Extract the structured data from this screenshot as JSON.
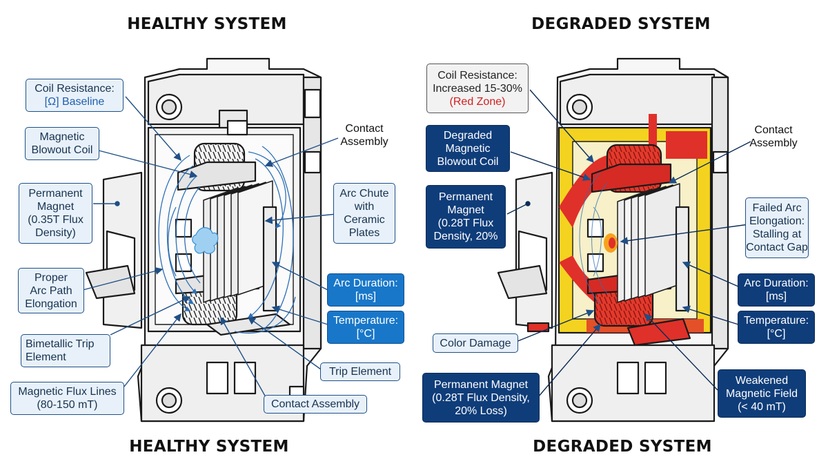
{
  "titles": {
    "top_left": "HEALTHY SYSTEM",
    "top_right": "DEGRADED SYSTEM",
    "bottom_left": "HEALTHY SYSTEM",
    "bottom_right": "DEGRADED SYSTEM"
  },
  "healthy": {
    "coil_resistance": {
      "line1": "Coil Resistance:",
      "line2": "[Ω] Baseline"
    },
    "blowout_coil": {
      "line1": "Magnetic",
      "line2": "Blowout Coil"
    },
    "permanent_magnet": {
      "line1": "Permanent",
      "line2": "Magnet",
      "line3": "(0.35T Flux",
      "line4": "Density)"
    },
    "arc_path": {
      "line1": "Proper",
      "line2": "Arc Path",
      "line3": "Elongation"
    },
    "bimetallic": {
      "line1": "Bimetallic Trip",
      "line2": "Element"
    },
    "flux_lines": {
      "line1": "Magnetic Flux Lines",
      "line2": "(80-150 mT)"
    },
    "contact_assembly_top": {
      "line1": "Contact",
      "line2": "Assembly"
    },
    "arc_chute": {
      "line1": "Arc Chute",
      "line2": "with",
      "line3": "Ceramic",
      "line4": "Plates"
    },
    "arc_duration": {
      "line1": "Arc Duration:",
      "line2": "[ms]"
    },
    "temperature": {
      "line1": "Temperature:",
      "line2": "[°C]"
    },
    "trip_element": "Trip Element",
    "contact_assembly_bottom": "Contact Assembly"
  },
  "degraded": {
    "coil_resistance": {
      "line1": "Coil Resistance:",
      "line2": "Increased 15-30%",
      "line3": "(Red Zone)"
    },
    "blowout_coil": {
      "line1": "Degraded",
      "line2": "Magnetic",
      "line3": "Blowout Coil"
    },
    "permanent_magnet": {
      "line1": "Permanent",
      "line2": "Magnet",
      "line3": "(0.28T Flux",
      "line4": "Density, 20%"
    },
    "contact_assembly": {
      "line1": "Contact",
      "line2": "Assembly"
    },
    "failed_arc": {
      "line1": "Failed Arc",
      "line2": "Elongation:",
      "line3": "Stalling at",
      "line4": "Contact Gap"
    },
    "arc_duration": {
      "line1": "Arc Duration:",
      "line2": "[ms]"
    },
    "temperature": {
      "line1": "Temperature:",
      "line2": "[°C]"
    },
    "color_damage": "Color Damage",
    "permanent_magnet_loss": {
      "line1": "Permanent Magnet",
      "line2": "(0.28T Flux Density,",
      "line3": "20% Loss)"
    },
    "weakened_field": {
      "line1": "Weakened",
      "line2": "Magnetic Field",
      "line3": "(< 40 mT)"
    }
  },
  "colors": {
    "dark_blue": "#0f3d7a",
    "mid_blue": "#1877c9",
    "heat_red": "#e0302a",
    "heat_yellow": "#f4d320",
    "flux_blue": "#2d6fb5"
  }
}
